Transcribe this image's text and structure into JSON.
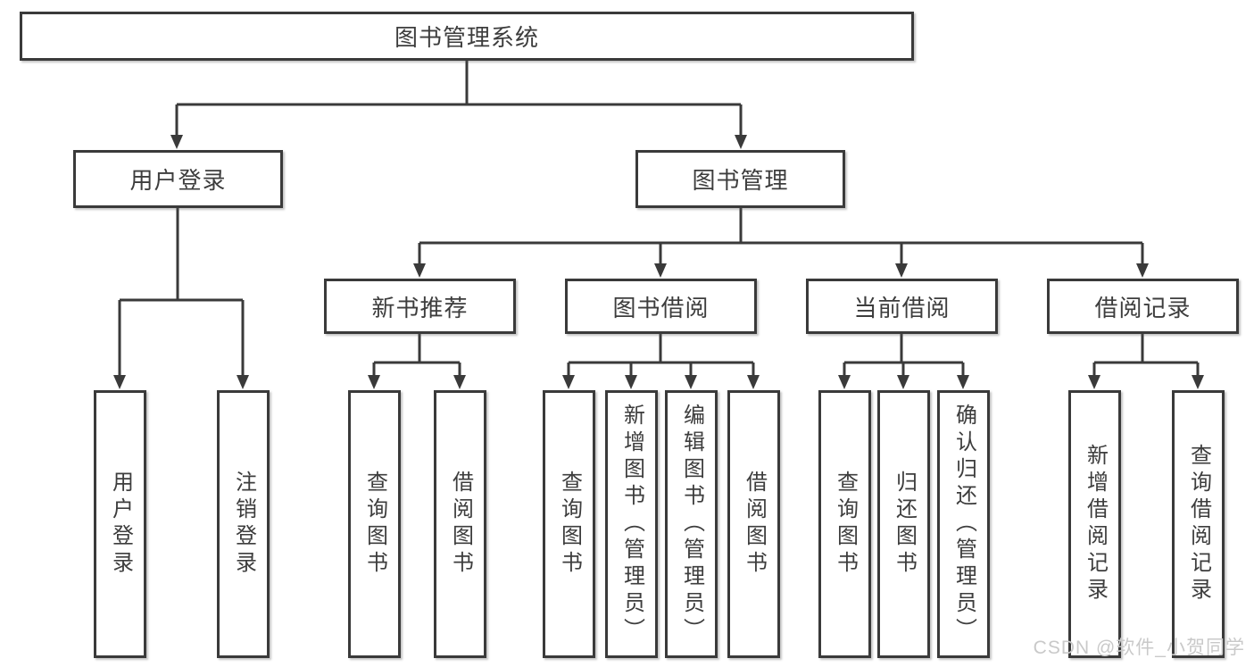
{
  "diagram_type": "functional-structure-tree",
  "root": {
    "label": "图书管理系统"
  },
  "branches": [
    {
      "label": "用户登录",
      "children": [
        {
          "label": "用户登录"
        },
        {
          "label": "注销登录"
        }
      ]
    },
    {
      "label": "图书管理",
      "children": [
        {
          "label": "新书推荐",
          "children": [
            {
              "label": "查询图书"
            },
            {
              "label": "借阅图书"
            }
          ]
        },
        {
          "label": "图书借阅",
          "children": [
            {
              "label": "查询图书"
            },
            {
              "label": "新增图书（管理员）"
            },
            {
              "label": "编辑图书（管理员）"
            },
            {
              "label": "借阅图书"
            }
          ]
        },
        {
          "label": "当前借阅",
          "children": [
            {
              "label": "查询图书"
            },
            {
              "label": "归还图书"
            },
            {
              "label": "确认归还（管理员）"
            }
          ]
        },
        {
          "label": "借阅记录",
          "children": [
            {
              "label": "新增借阅记录"
            },
            {
              "label": "查询借阅记录"
            }
          ]
        }
      ]
    }
  ],
  "watermark": "CSDN @软件_小贺同学",
  "colors": {
    "line": "#3a3a3a",
    "box_border": "#3a3a3a",
    "text": "#3d3d3d",
    "watermark_text": "#c9c9c9",
    "background": "#ffffff"
  }
}
